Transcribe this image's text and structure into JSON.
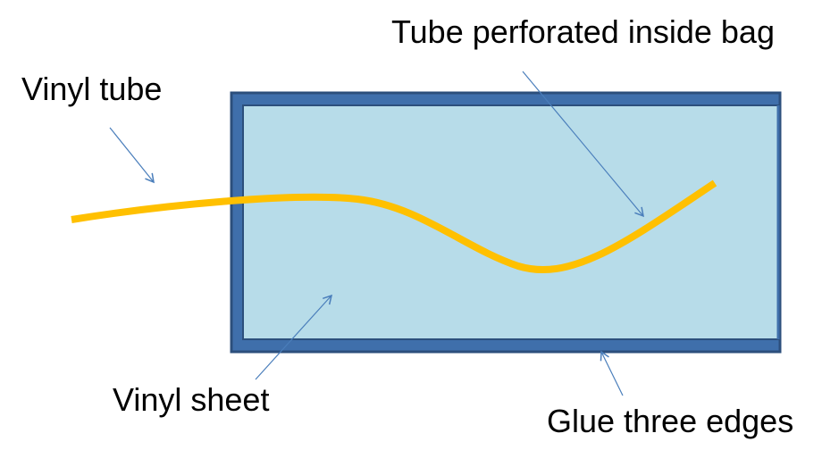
{
  "labels": {
    "vinyl_tube": "Vinyl tube",
    "tube_perforated": "Tube perforated inside bag",
    "vinyl_sheet": "Vinyl sheet",
    "glue_edges": "Glue three edges"
  },
  "colors": {
    "bag_border": "#3f6fab",
    "bag_border_stroke": "#2c4f7c",
    "bag_fill": "#b7dce9",
    "tube": "#ffc000",
    "arrow": "#4a7ebb",
    "text": "#000000"
  }
}
